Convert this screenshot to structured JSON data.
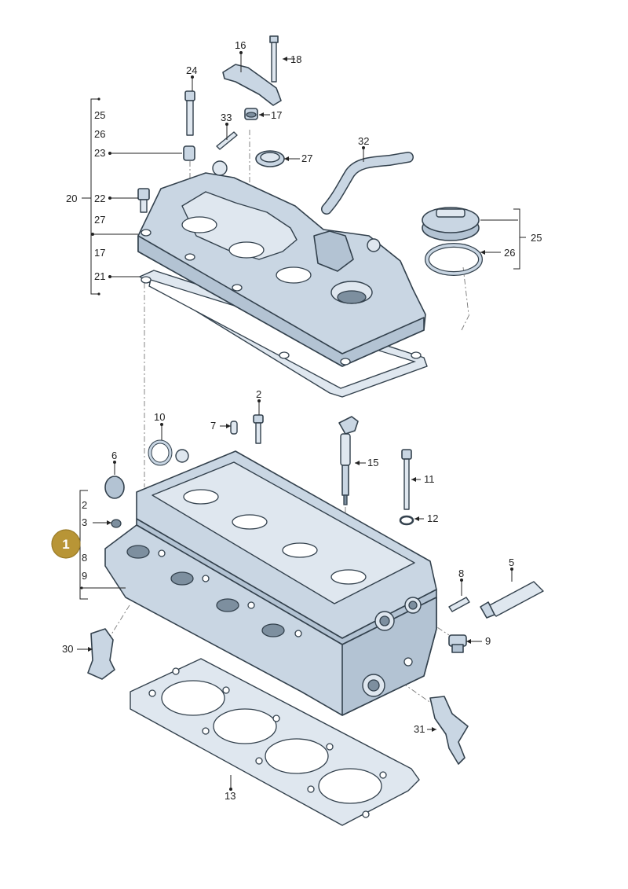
{
  "badge": {
    "label": "1",
    "color": "#b89536"
  },
  "callouts": {
    "n2a": "2",
    "n2b": "2",
    "n3": "3",
    "n5": "5",
    "n6": "6",
    "n7": "7",
    "n8a": "8",
    "n8b": "8",
    "n9a": "9",
    "n9b": "9",
    "n10": "10",
    "n11": "11",
    "n12": "12",
    "n13": "13",
    "n15": "15",
    "n16": "16",
    "n17a": "17",
    "n17b": "17",
    "n18": "18",
    "n20": "20",
    "n21": "21",
    "n22": "22",
    "n23": "23",
    "n24": "24",
    "n25a": "25",
    "n25b": "25",
    "n26a": "26",
    "n26b": "26",
    "n27a": "27",
    "n27b": "27",
    "n30": "30",
    "n31": "31",
    "n32": "32",
    "n33": "33"
  }
}
